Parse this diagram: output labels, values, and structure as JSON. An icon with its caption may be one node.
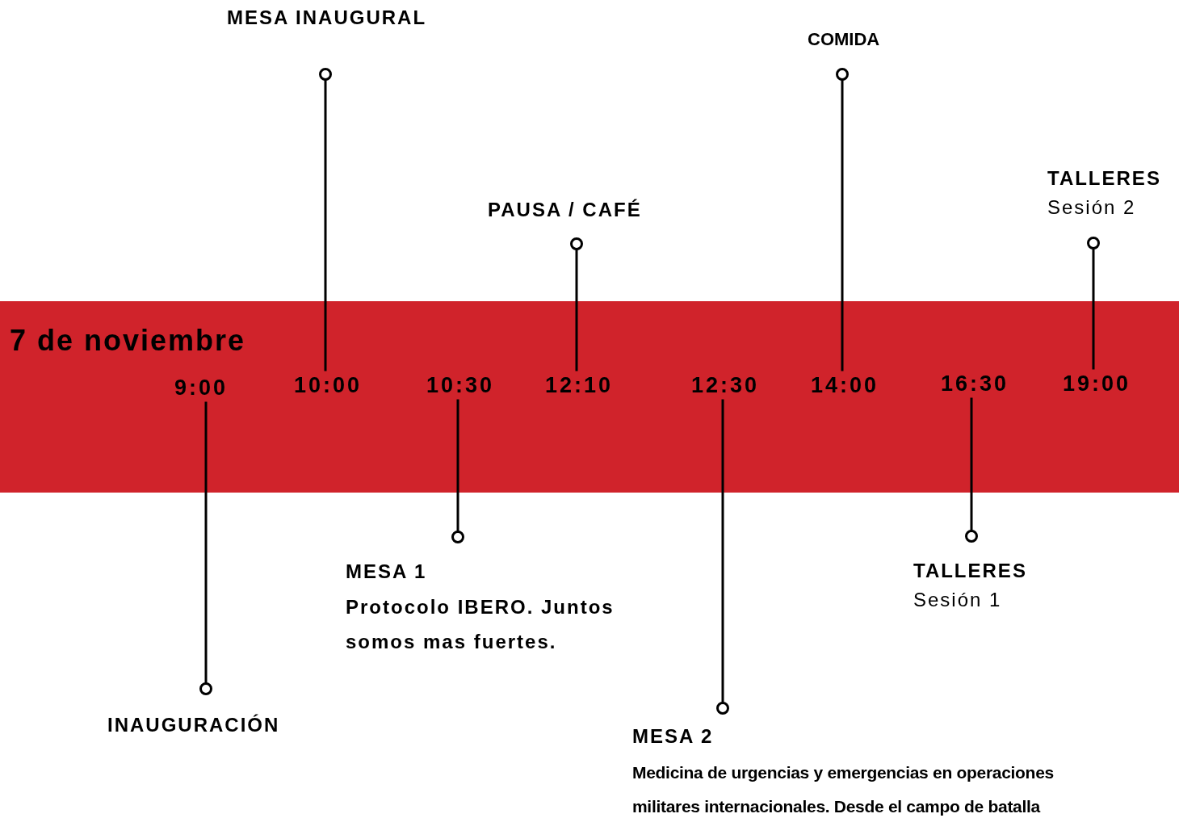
{
  "diagram": {
    "nodes": [
      {
        "text": [
          "7 de noviembre"
        ]
      },
      {
        "text": [
          "9:00"
        ],
        "in": 0
      },
      {
        "text": [
          "10:00"
        ],
        "in": 0
      },
      {
        "text": [
          "10:30"
        ],
        "in": 0
      },
      {
        "text": [
          "12:10"
        ],
        "in": 0
      },
      {
        "text": [
          "12:30"
        ],
        "in": 0
      },
      {
        "text": [
          "14:00"
        ],
        "in": 0
      },
      {
        "text": [
          "16:30"
        ],
        "in": 0
      },
      {
        "text": [
          "19:00"
        ],
        "in": 0
      },
      {
        "text": [
          "MESA INAUGURAL"
        ]
      },
      {
        "text": [
          "COMIDA"
        ]
      },
      {
        "text": [
          "TALLERES",
          "Sesión 2"
        ]
      },
      {
        "text": [
          "PAUSA / CAFÉ"
        ]
      },
      {
        "text": [
          "MESA 1",
          "Protocolo IBERO. Juntos somos mas fuertes."
        ]
      },
      {
        "text": [
          "TALLERES",
          "Sesión 1"
        ]
      },
      {
        "text": [
          "INAUGURACIÓN"
        ]
      },
      {
        "text": [
          "MESA 2",
          "Medicina de urgencias y emergencias en operaciones militares internacionales. Desde el campo de batalla"
        ]
      }
    ],
    "edges": [
      {
        "from": 1,
        "to": 15,
        "arrow": "other"
      },
      {
        "from": 2,
        "to": 9,
        "arrow": "other"
      },
      {
        "from": 3,
        "to": 13,
        "arrow": "other"
      },
      {
        "from": 4,
        "to": 12,
        "arrow": "other"
      },
      {
        "from": 5,
        "to": 16,
        "arrow": "other"
      },
      {
        "from": 6,
        "to": 10,
        "arrow": "other"
      },
      {
        "from": 7,
        "to": 14,
        "arrow": "other"
      },
      {
        "from": 8,
        "to": 11,
        "arrow": "other"
      }
    ]
  }
}
